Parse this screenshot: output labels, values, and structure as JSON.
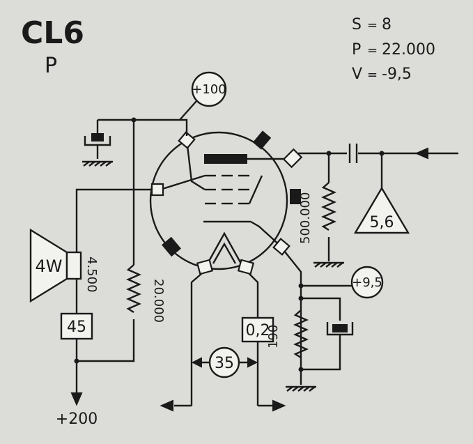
{
  "tube": {
    "name": "CL6",
    "type": "P"
  },
  "params": [
    {
      "label": "S",
      "sep": "=",
      "value": "8"
    },
    {
      "label": "P",
      "sep": "=",
      "value": "22.000"
    },
    {
      "label": "V",
      "sep": "=",
      "value": "-9,5"
    }
  ],
  "labels": {
    "screen_voltage": "+100",
    "cathode_voltage": "+9,5",
    "output_power": "4W",
    "speaker_impedance": "4.500",
    "supply_resistor": "20.000",
    "primary_resistance": "45",
    "supply_voltage": "+200",
    "heater_current": "0,2",
    "heater_voltage": "35",
    "cathode_resistor": "190",
    "grid_resistor": "500.000",
    "input_signal": "5,6"
  }
}
